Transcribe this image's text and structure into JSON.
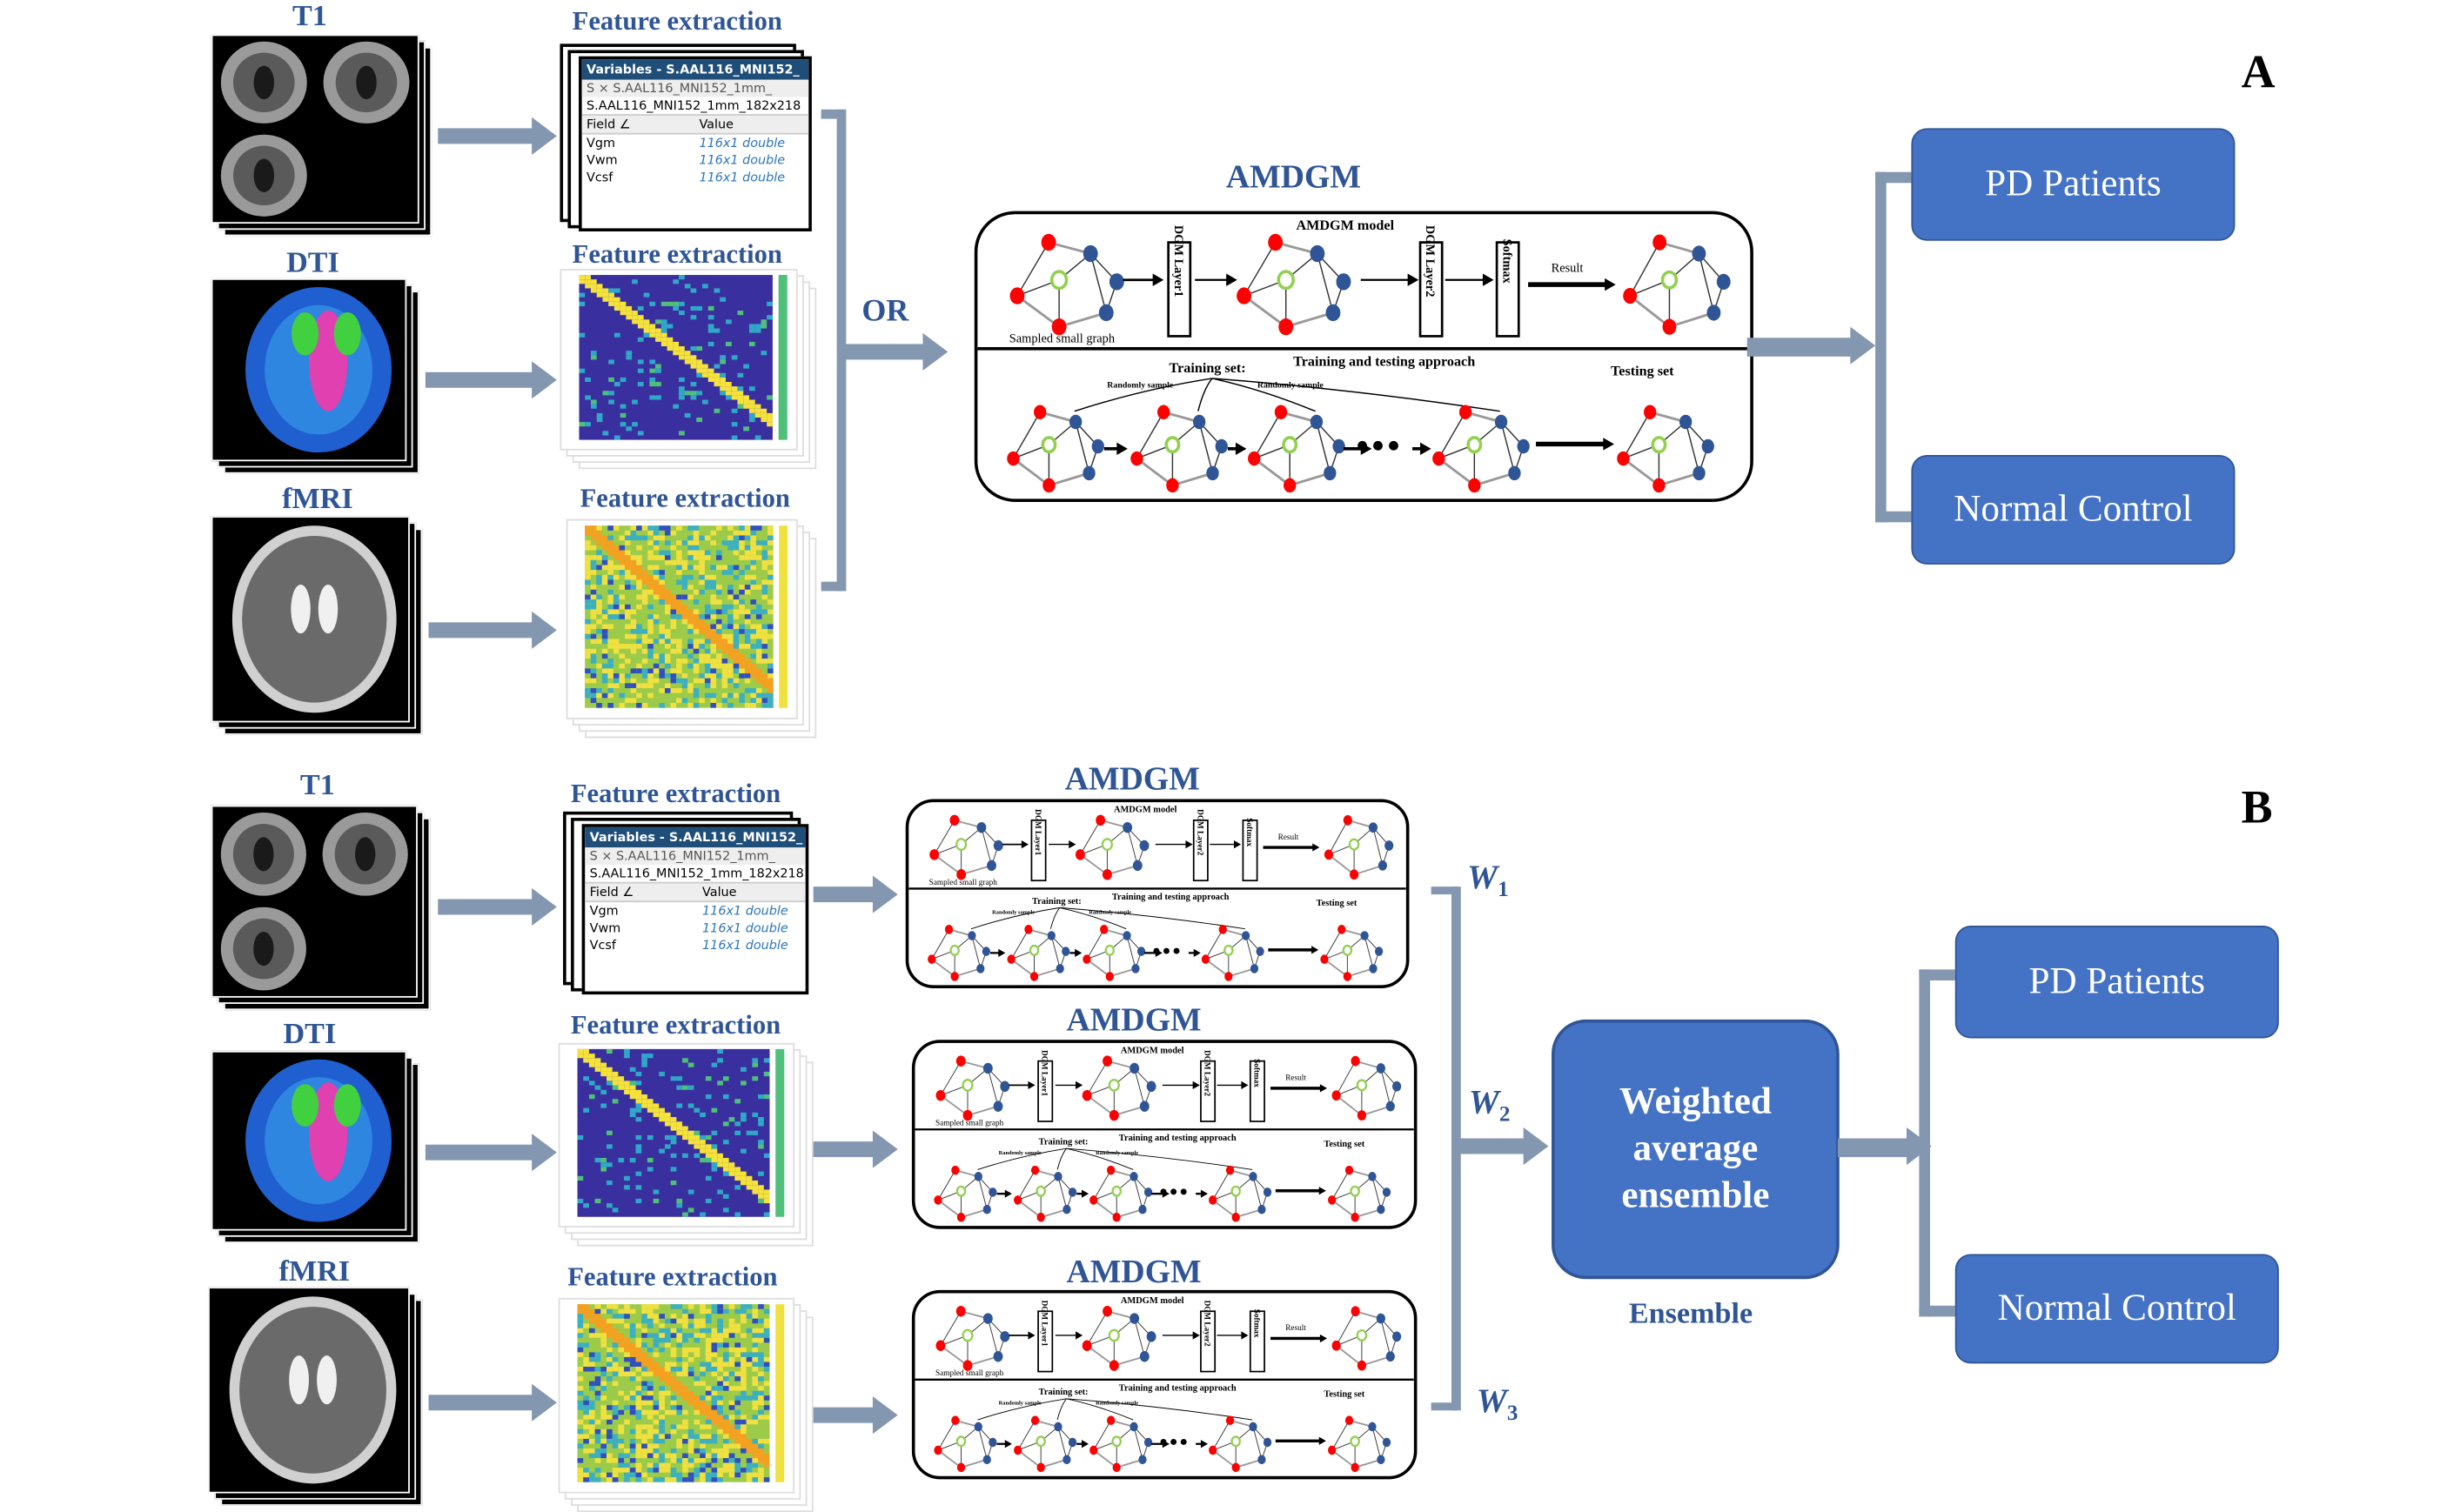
{
  "panel_a": {
    "letter": "A",
    "modalities": [
      "T1",
      "DTI",
      "fMRI"
    ],
    "feature_label": "Feature extraction",
    "or_label": "OR",
    "model_title": "AMDGM",
    "outputs": [
      "PD Patients",
      "Normal Control"
    ]
  },
  "panel_b": {
    "letter": "B",
    "modalities": [
      "T1",
      "DTI",
      "fMRI"
    ],
    "feature_label": "Feature extraction",
    "model_title": "AMDGM",
    "weights": [
      {
        "w": "W",
        "i": "1"
      },
      {
        "w": "W",
        "i": "2"
      },
      {
        "w": "W",
        "i": "3"
      }
    ],
    "ensemble_box": "Weighted average ensemble",
    "ensemble_label": "Ensemble",
    "outputs": [
      "PD Patients",
      "Normal Control"
    ]
  },
  "variables_window": {
    "title": "Variables - S.AAL116_MNI152_",
    "tab_s": "S",
    "tab_close": "×",
    "tab2": "S.AAL116_MNI152_1mm_",
    "path": "S.AAL116_MNI152_1mm_182x218",
    "col_field": "Field ∠",
    "col_value": "Value",
    "rows": [
      {
        "field": "Vgm",
        "value": "116x1 double"
      },
      {
        "field": "Vwm",
        "value": "116x1 double"
      },
      {
        "field": "Vcsf",
        "value": "116x1 double"
      }
    ]
  },
  "model_box": {
    "title": "AMDGM model",
    "sampled": "Sampled  small  graph",
    "layer1": "DGM  Layer1",
    "layer2": "DGM  Layer2",
    "softmax": "Softmax",
    "result": "Result",
    "approach": "Training and testing approach",
    "training": "Training set:",
    "testing": "Testing set",
    "random": "Randomly sample"
  },
  "colors": {
    "accent": "#4472C4",
    "label": "#2F5597",
    "arrow": "#8497B0",
    "node_red": "#FF0000",
    "node_blue": "#2F5597",
    "node_green": "#92D050"
  }
}
